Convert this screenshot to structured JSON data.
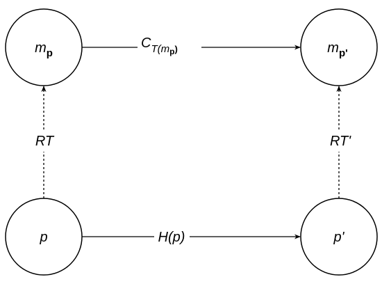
{
  "nodes": {
    "mp": {
      "base": "m",
      "sub": "p"
    },
    "mp_prime": {
      "base": "m",
      "sub": "p'"
    },
    "p": {
      "label": "p"
    },
    "p_prime": {
      "label": "p'"
    }
  },
  "edges": {
    "top": {
      "base": "C",
      "sub": "T(",
      "tail_base": "m",
      "tail_sub": "p",
      "close": ")"
    },
    "bottom": {
      "label": "H(p)"
    },
    "left": {
      "label": "RT"
    },
    "right": {
      "label": "RT'"
    }
  },
  "colors": {
    "stroke": "#000000",
    "background": "#ffffff"
  }
}
